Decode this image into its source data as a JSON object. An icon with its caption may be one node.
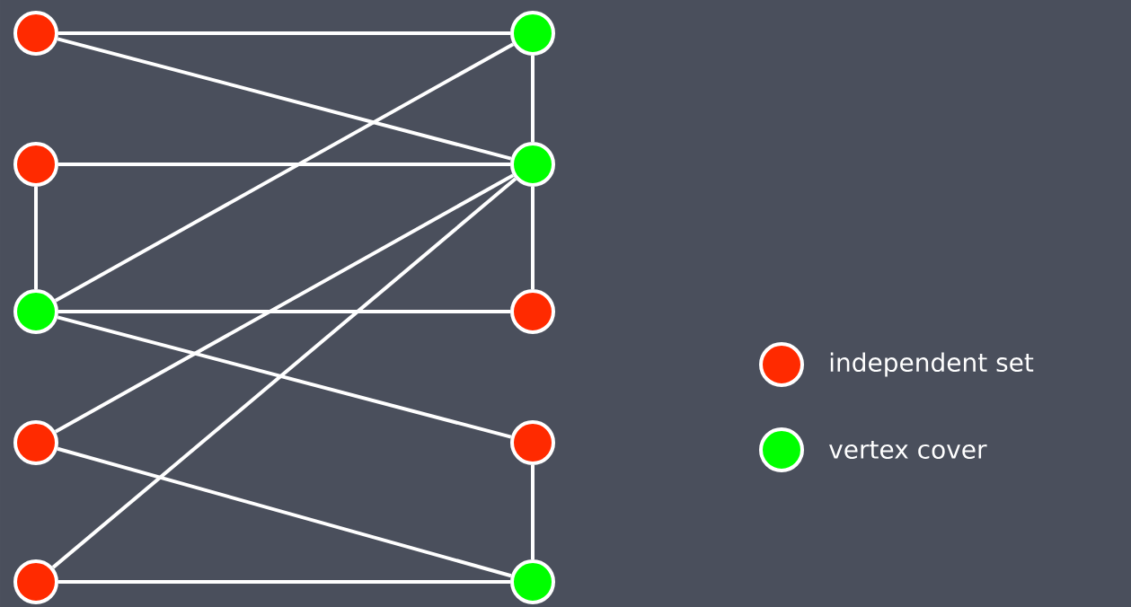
{
  "diagram": {
    "nodes": [
      {
        "text": [],
        "shape": "circle"
      },
      {
        "text": [],
        "shape": "circle"
      },
      {
        "text": [],
        "shape": "circle"
      },
      {
        "text": [],
        "shape": "circle"
      },
      {
        "text": [],
        "shape": "circle"
      },
      {
        "text": [],
        "shape": "circle"
      },
      {
        "text": [],
        "shape": "circle"
      },
      {
        "text": [],
        "shape": "circle"
      },
      {
        "text": [],
        "shape": "circle"
      },
      {
        "text": [],
        "shape": "circle"
      }
    ],
    "edges": [
      {
        "from": 0,
        "to": 1,
        "arrow": "none"
      },
      {
        "from": 0,
        "to": 3,
        "arrow": "none"
      },
      {
        "from": 1,
        "to": 3,
        "arrow": "none"
      },
      {
        "from": 1,
        "to": 4,
        "arrow": "none"
      },
      {
        "from": 2,
        "to": 3,
        "arrow": "none"
      },
      {
        "from": 2,
        "to": 4,
        "arrow": "none"
      },
      {
        "from": 3,
        "to": 5,
        "arrow": "none"
      },
      {
        "from": 3,
        "to": 6,
        "arrow": "none"
      },
      {
        "from": 3,
        "to": 8,
        "arrow": "none"
      },
      {
        "from": 4,
        "to": 5,
        "arrow": "none"
      },
      {
        "from": 4,
        "to": 7,
        "arrow": "none"
      },
      {
        "from": 6,
        "to": 9,
        "arrow": "none"
      },
      {
        "from": 8,
        "to": 9,
        "arrow": "none"
      },
      {
        "from": 7,
        "to": 9,
        "arrow": "none"
      }
    ],
    "legend": [
      {
        "text": "independent set",
        "color": "#ff2a00"
      },
      {
        "text": "vertex cover",
        "color": "#00ff00"
      }
    ]
  }
}
